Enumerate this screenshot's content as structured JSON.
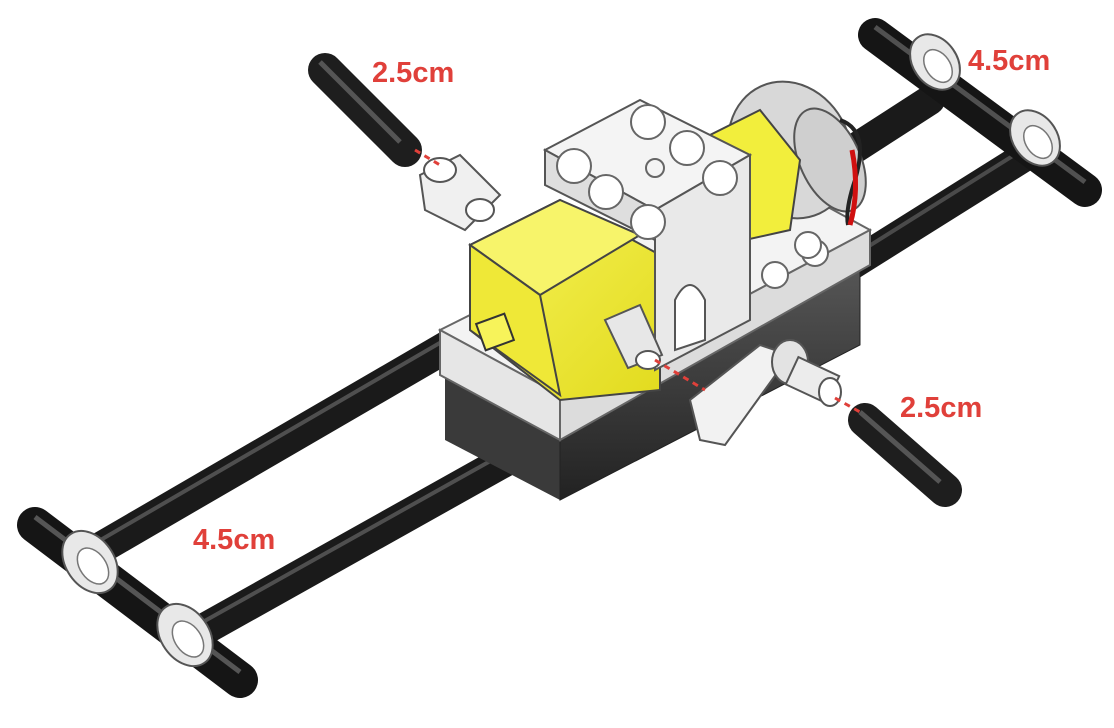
{
  "labels": {
    "pin_top_left": "2.5cm",
    "axle_top_right": "4.5cm",
    "pin_right": "2.5cm",
    "axle_bottom_left": "4.5cm"
  },
  "colors": {
    "annotation": "#e0403a",
    "motor_body": "#f2ee3c",
    "frame": "#ededed",
    "axle": "#2b2b2b",
    "base": "#3a3a3a"
  }
}
